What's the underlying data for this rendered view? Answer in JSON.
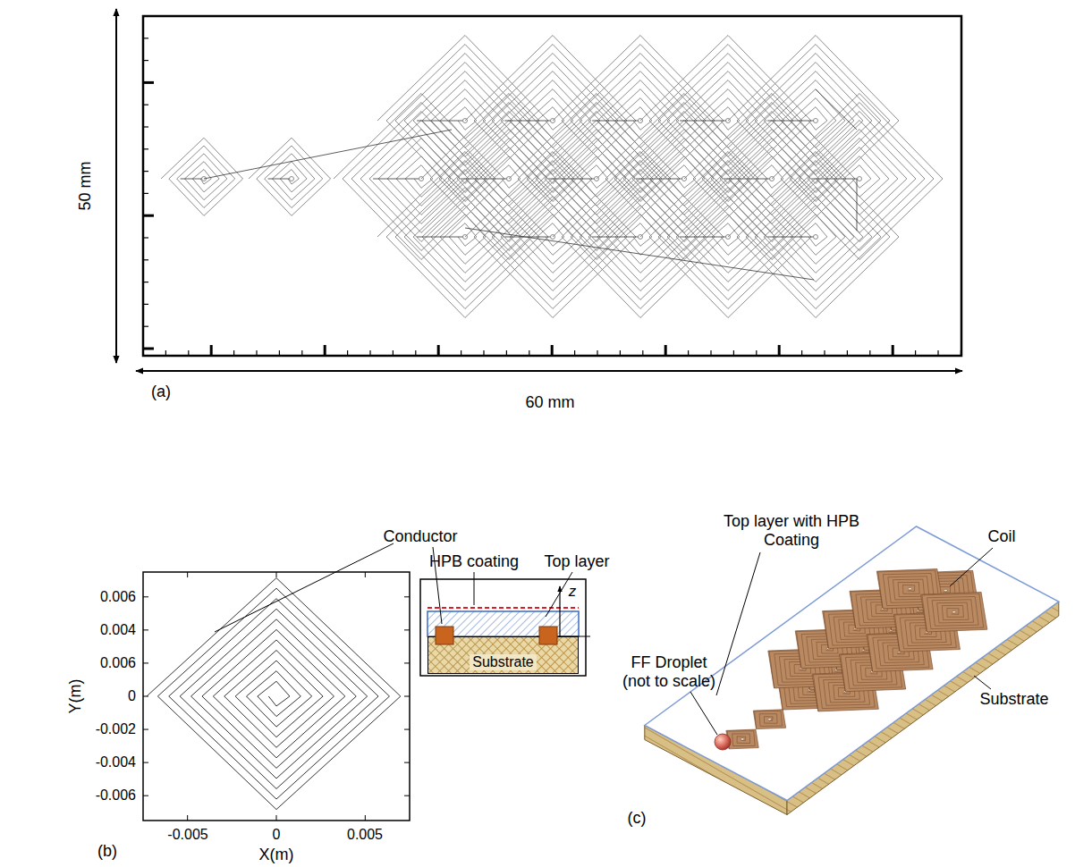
{
  "diagram": {
    "nodes": [
      {
        "text": [
          "Substrate"
        ]
      }
    ],
    "labels": [
      "50 mm",
      "60 mm",
      "(a)",
      "Conductor",
      "HPB coating",
      "Top layer",
      "z",
      "0.006",
      "0.004",
      "0.006",
      "0",
      "-0.002",
      "-0.004",
      "-0.006",
      "-0.005",
      "0",
      "0.005",
      "Y(m)",
      "X(m)",
      "(b)",
      "Top layer with HPB Coating",
      "FF Droplet (not to scale)",
      "Coil",
      "Substrate",
      "(c)"
    ]
  }
}
